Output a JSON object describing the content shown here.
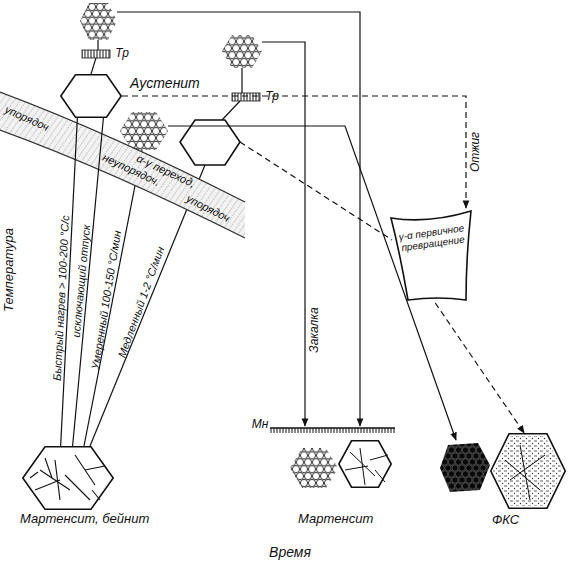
{
  "diagram": {
    "nodes": [
      {
        "text": [
          "Аустенит"
        ]
      },
      {
        "text": [
          "упорядоч",
          "α-γ переход,",
          "неупорядоч.",
          "упорядоч"
        ]
      },
      {
        "text": [
          "γ-α первичное превращение"
        ]
      },
      {
        "text": [
          "Мартенсит, бейнит"
        ]
      },
      {
        "text": [
          "Мартенсит"
        ]
      },
      {
        "text": [
          "ФКС"
        ]
      }
    ],
    "edges": [
      {
        "from": 3,
        "to": 0,
        "arrow": "none",
        "label": "Быстрый нагрев > 100-200 °С/с"
      },
      {
        "from": 3,
        "to": 0,
        "arrow": "none",
        "label": "исключающий отпуск"
      },
      {
        "from": 0,
        "to": 2,
        "arrow": "to",
        "label": "Отжиг"
      },
      {
        "from": 2,
        "to": 5,
        "arrow": "to"
      }
    ],
    "labels": [
      "Тр",
      "Тр",
      "Закалка",
      "Мн",
      "Умеренный 100-150 °С/мин",
      "Медленный 1-2 °С/мин",
      "Температура",
      "Время"
    ]
  }
}
